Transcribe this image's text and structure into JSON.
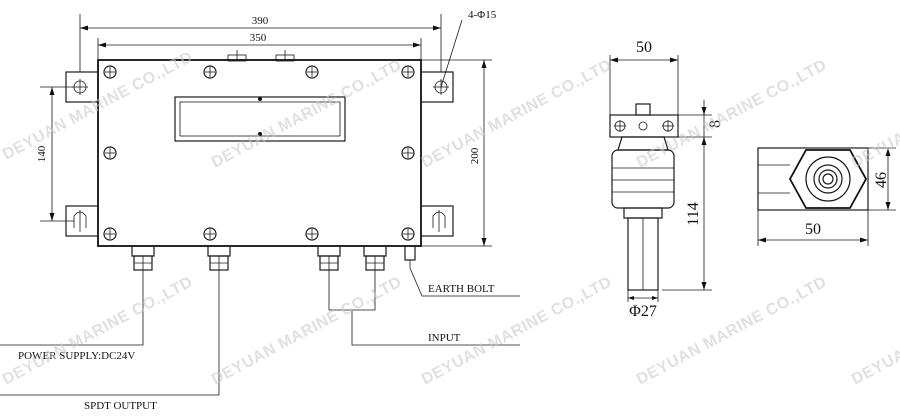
{
  "front_view": {
    "dim_overall_width": "390",
    "dim_hole_spacing_width": "350",
    "dim_mount_holes": "4-Φ15",
    "dim_hole_spacing_height": "140",
    "dim_overall_height": "200",
    "label_earth_bolt": "EARTH BOLT",
    "label_input": "INPUT",
    "label_power_supply": "POWER SUPPLY:DC24V",
    "label_spdt_output": "SPDT OUTPUT"
  },
  "side_view": {
    "dim_width": "50",
    "dim_flange": "8",
    "dim_length": "114",
    "dim_diameter": "Φ27"
  },
  "end_view": {
    "dim_height": "46",
    "dim_width": "50"
  },
  "watermark": "DEYUAN MARINE CO.,LTD"
}
